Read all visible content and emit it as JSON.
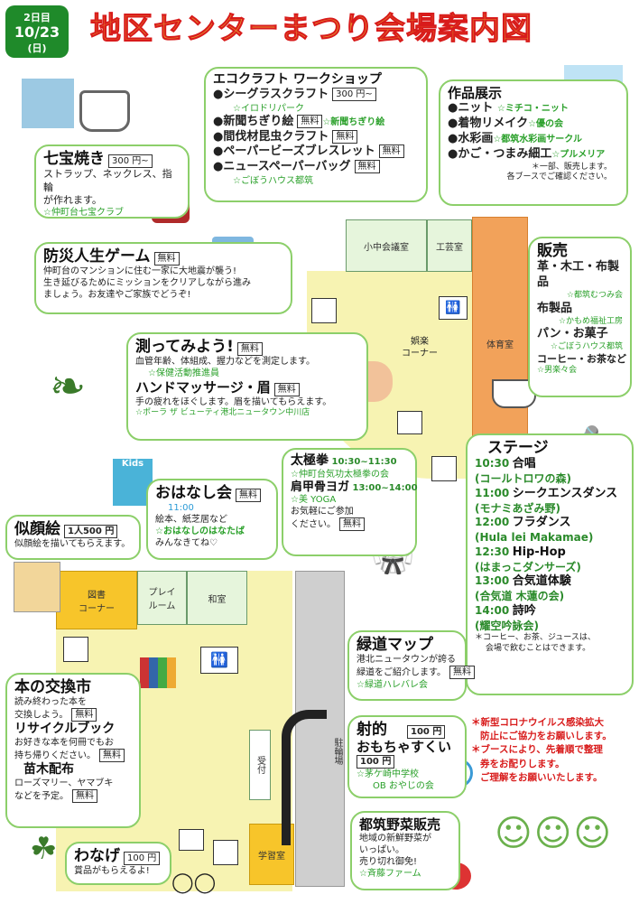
{
  "header": {
    "day": "2日目",
    "date": "10/23",
    "weekday": "(日)",
    "title": "地区センターまつり会場案内図"
  },
  "eco": {
    "title": "エコクラフト ワークショップ",
    "items": [
      {
        "name": "●シーグラスクラフト",
        "price": "300 円~",
        "org": "☆イロドリパーク"
      },
      {
        "name": "●新聞ちぎり絵",
        "price": "無料",
        "org": "☆新聞ちぎり絵"
      },
      {
        "name": "●間伐材昆虫クラフト",
        "price": "無料",
        "org": ""
      },
      {
        "name": "●ペーパービーズブレスレット",
        "price": "無料",
        "org": ""
      },
      {
        "name": "●ニュースペーパーバッグ",
        "price": "無料",
        "org": "☆ごぼうハウス都筑"
      }
    ]
  },
  "exhibit": {
    "title": "作品展示",
    "items": [
      {
        "name": "●ニット",
        "org": "☆ミチコ・ニット"
      },
      {
        "name": "●着物リメイク",
        "org": "☆優の会"
      },
      {
        "name": "●水彩画",
        "org": "☆都筑水彩画サークル"
      },
      {
        "name": "●かご・つまみ細工",
        "org": "☆プルメリア"
      }
    ],
    "note1": "＊一部、販売します。",
    "note2": "各ブースでご確認ください。"
  },
  "shippo": {
    "title": "七宝焼き",
    "price": "300 円~",
    "desc1": "ストラップ、ネックレス、指輪",
    "desc2": "が作れます。",
    "org": "☆仲町台七宝クラブ"
  },
  "bousai": {
    "title": "防災人生ゲーム",
    "price": "無料",
    "desc1": "仲町台のマンションに住む一家に大地震が襲う!",
    "desc2": "生き延びるためにミッションをクリアしながら進み",
    "desc3": "ましょう。お友達やご家族でどうぞ!"
  },
  "hakatte": {
    "title": "測ってみよう!",
    "price": "無料",
    "desc": "血管年齢、体組成、握力などを測定します。",
    "org": "☆保健活動推進員",
    "title2": "ハンドマッサージ・眉",
    "price2": "無料",
    "desc2": "手の疲れをほぐします。眉を描いてもらえます。",
    "org2": "☆ポーラ ザ ビューティ港北ニュータウン中川店"
  },
  "hanbai": {
    "title": "販売",
    "items": [
      {
        "name": "革・木工・布製品",
        "org": "☆都筑むつみ会"
      },
      {
        "name": "布製品",
        "org": "☆かもめ福祉工房"
      },
      {
        "name": "パン・お菓子",
        "org": "☆ごぼうハウス都筑"
      },
      {
        "name": "コーヒー・お茶など",
        "org": "☆男楽々会"
      }
    ]
  },
  "taikyoku": {
    "title": "太極拳",
    "time": "10:30~11:30",
    "org": "☆仲町台気功太極拳の会",
    "title2": "肩甲骨ヨガ",
    "time2": "13:00~14:00",
    "org2": "☆美 YOGA",
    "desc1": "お気軽にご参加",
    "desc2": "ください。",
    "price": "無料"
  },
  "ohanashi": {
    "title": "おはなし会",
    "price": "無料",
    "time": "11:00",
    "desc": "絵本、紙芝居など",
    "org": "☆おはなしのはなたば",
    "desc2": "みんなきてね♡",
    "kids": "Kids"
  },
  "nigaoe": {
    "title": "似顔絵",
    "price": "1人500 円",
    "desc": "似顔絵を描いてもらえます。"
  },
  "stage": {
    "title": "ステージ",
    "items": [
      {
        "time": "10:30",
        "name": "合唱",
        "org": "(コールトロワの森)"
      },
      {
        "time": "11:00",
        "name": "シークエンスダンス",
        "org": "(モナミあざみ野)"
      },
      {
        "time": "12:00",
        "name": "フラダンス",
        "org": "(Hula lei Makamae)"
      },
      {
        "time": "12:30",
        "name": "Hip-Hop",
        "org": "(はまっこダンサーズ)"
      },
      {
        "time": "13:00",
        "name": "合気道体験",
        "org": "(合気道 木蓮の会)"
      },
      {
        "time": "14:00",
        "name": "詩吟",
        "org": "(耀空吟詠会)"
      }
    ],
    "note1": "＊コーヒー、お茶、ジュースは、",
    "note2": "会場で飲むことはできます。"
  },
  "ryokudo": {
    "title": "緑道マップ",
    "desc1": "港北ニュータウンが誇る",
    "desc2": "緑道をご紹介します。",
    "price": "無料",
    "org": "☆緑道ハレバレ会"
  },
  "books": {
    "title": "本の交換市",
    "desc1": "読み終わった本を",
    "desc2": "交換しよう。",
    "price": "無料",
    "title2": "リサイクルブック",
    "desc3": "お好きな本を何冊でもお",
    "desc4": "持ち帰りください。",
    "price2": "無料",
    "title3": "苗木配布",
    "desc5": "ローズマリー、ヤマブキ",
    "desc6": "などを予定。",
    "price3": "無料"
  },
  "shateki": {
    "title1": "射的",
    "price1": "100 円",
    "title2": "おもちゃすくい",
    "price2": "100 円",
    "org1": "☆茅ケ崎中学校",
    "org2": "OB おやじの会"
  },
  "wanage": {
    "title": "わなげ",
    "price": "100 円",
    "desc": "賞品がもらえるよ!"
  },
  "yasai": {
    "title": "都筑野菜販売",
    "desc1": "地域の新鮮野菜が",
    "desc2": "いっぱい。",
    "desc3": "売り切れ御免!",
    "org": "☆斉藤ファーム"
  },
  "notice": {
    "line1": "＊新型コロナウイルス感染拡大",
    "line2": "防止にご協力をお願いします。",
    "line3": "＊ブースにより、先着順で整理",
    "line4": "券をお配りします。",
    "line5": "ご理解をお願いいたします。"
  },
  "map": {
    "shochu": "小中会議室",
    "kougei": "工芸室",
    "taiiku": "体育室",
    "goraku1": "娯楽",
    "goraku2": "コーナー",
    "tosho1": "図書",
    "tosho2": "コーナー",
    "play1": "プレイ",
    "play2": "ルーム",
    "washitsu": "和室",
    "parking": "駐輪場",
    "uketsuke": "受付",
    "gakushu": "学習室"
  },
  "colors": {
    "green": "#1f8a2a",
    "orange": "#e8912f",
    "yellow": "#f4ee9a",
    "red": "#d81b1b"
  }
}
